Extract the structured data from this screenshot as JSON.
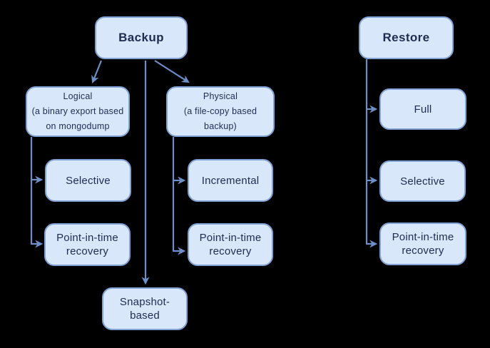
{
  "colors": {
    "background": "#000000",
    "node_fill": "#d9e7fa",
    "node_border": "#82a1d4",
    "connector": "#6d8ec7",
    "text": "#1e2c52"
  },
  "nodes": {
    "backup": {
      "label": "Backup"
    },
    "restore": {
      "label": "Restore"
    },
    "logical": {
      "label": "Logical\n(a binary export based\non mongodump"
    },
    "physical": {
      "label": "Physical\n(a file-copy based\nbackup)"
    },
    "selective_backup": {
      "label": "Selective"
    },
    "incremental": {
      "label": "Incremental"
    },
    "pitr_logical": {
      "label": "Point-in-time\nrecovery"
    },
    "pitr_physical": {
      "label": "Point-in-time\nrecovery"
    },
    "snapshot": {
      "label": "Snapshot-\nbased"
    },
    "full": {
      "label": "Full"
    },
    "selective_restore": {
      "label": "Selective"
    },
    "pitr_restore": {
      "label": "Point-in-time\nrecovery"
    }
  },
  "edges": [
    {
      "from": "backup",
      "to": "logical"
    },
    {
      "from": "backup",
      "to": "physical"
    },
    {
      "from": "backup",
      "to": "snapshot"
    },
    {
      "from": "logical",
      "to": "selective_backup"
    },
    {
      "from": "logical",
      "to": "pitr_logical"
    },
    {
      "from": "physical",
      "to": "incremental"
    },
    {
      "from": "physical",
      "to": "pitr_physical"
    },
    {
      "from": "restore",
      "to": "full"
    },
    {
      "from": "restore",
      "to": "selective_restore"
    },
    {
      "from": "restore",
      "to": "pitr_restore"
    }
  ]
}
